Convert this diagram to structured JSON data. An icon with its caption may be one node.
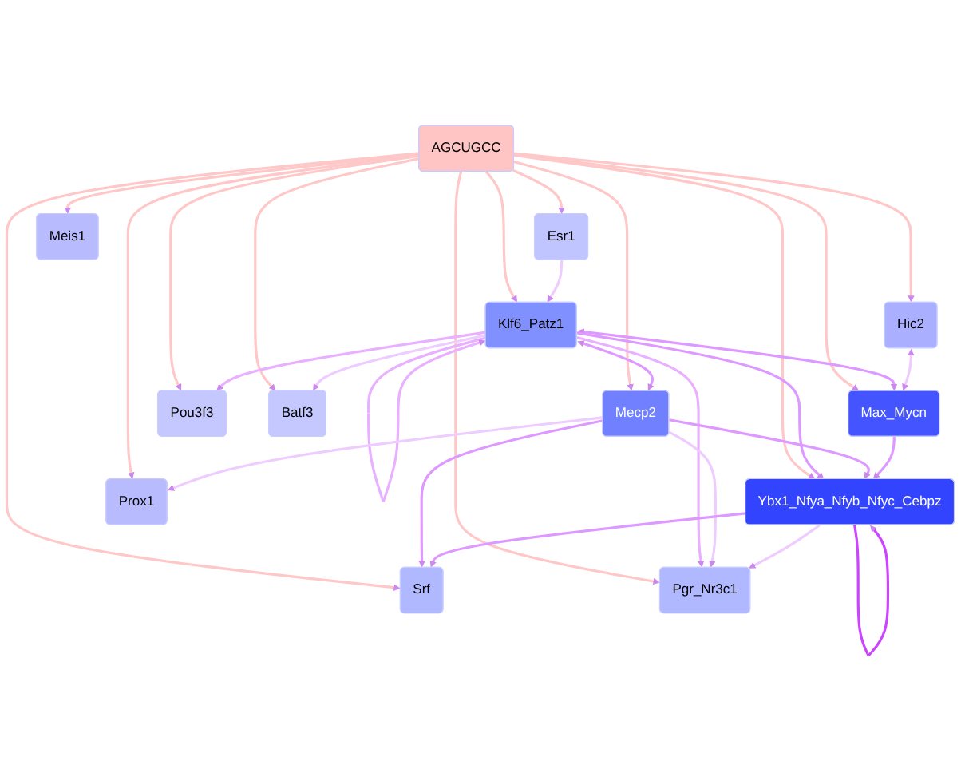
{
  "diagram": {
    "nodes": [
      {
        "text": [
          "Max_Mycn"
        ]
      },
      {
        "text": [
          "Srf"
        ]
      },
      {
        "text": [
          "Klf6_Patz1"
        ]
      },
      {
        "text": [
          "Pgr_Nr3c1"
        ]
      },
      {
        "text": [
          "Mecp2"
        ]
      },
      {
        "text": [
          "Ybx1_Nfya_Nfyb_Nfyc_Cebpz"
        ]
      },
      {
        "text": [
          "AGCUGCC"
        ]
      },
      {
        "text": [
          "Hic2"
        ]
      },
      {
        "text": [
          "Esr1"
        ]
      },
      {
        "text": [
          "Pou3f3"
        ]
      },
      {
        "text": [
          "Meis1"
        ]
      },
      {
        "text": [
          "Batf3"
        ]
      },
      {
        "text": [
          "Prox1"
        ]
      }
    ],
    "edges": [
      {
        "from": 6,
        "to": 0,
        "arrow": "to"
      },
      {
        "from": 6,
        "to": 1,
        "arrow": "to"
      },
      {
        "from": 6,
        "to": 2,
        "arrow": "to"
      },
      {
        "from": 6,
        "to": 3,
        "arrow": "to"
      },
      {
        "from": 6,
        "to": 4,
        "arrow": "to"
      },
      {
        "from": 6,
        "to": 5,
        "arrow": "to"
      },
      {
        "from": 6,
        "to": 7,
        "arrow": "to"
      },
      {
        "from": 6,
        "to": 8,
        "arrow": "to"
      },
      {
        "from": 6,
        "to": 9,
        "arrow": "to"
      },
      {
        "from": 6,
        "to": 10,
        "arrow": "to"
      },
      {
        "from": 6,
        "to": 11,
        "arrow": "to"
      },
      {
        "from": 6,
        "to": 12,
        "arrow": "to"
      },
      {
        "from": 2,
        "to": 0,
        "arrow": "both",
        "color": "#dd99ff"
      },
      {
        "from": 2,
        "to": 2,
        "arrow": "to",
        "color": "#e8b0ff"
      },
      {
        "from": 2,
        "to": 3,
        "arrow": "to",
        "color": "#e8b0ff"
      },
      {
        "from": 2,
        "to": 5,
        "arrow": "to",
        "color": "#dd99ff"
      },
      {
        "from": 2,
        "to": 4,
        "arrow": "both",
        "color": "#dd99ff"
      },
      {
        "from": 2,
        "to": 9,
        "arrow": "to",
        "color": "#e8b0ff"
      },
      {
        "from": 2,
        "to": 11,
        "arrow": "to",
        "color": "#eeccff"
      },
      {
        "from": 8,
        "to": 2,
        "arrow": "to",
        "color": "#eeccff"
      },
      {
        "from": 7,
        "to": 0,
        "arrow": "both",
        "color": "#eeccff"
      },
      {
        "from": 4,
        "to": 1,
        "arrow": "to",
        "color": "#dd99ff"
      },
      {
        "from": 4,
        "to": 3,
        "arrow": "to",
        "color": "#eeccff"
      },
      {
        "from": 4,
        "to": 5,
        "arrow": "to",
        "color": "#dd99ff"
      },
      {
        "from": 4,
        "to": 12,
        "arrow": "to",
        "color": "#eeccff"
      },
      {
        "from": 0,
        "to": 5,
        "arrow": "to",
        "color": "#dd99ff"
      },
      {
        "from": 5,
        "to": 1,
        "arrow": "to",
        "color": "#dd99ff"
      },
      {
        "from": 5,
        "to": 3,
        "arrow": "to",
        "color": "#eeccff"
      },
      {
        "from": 5,
        "to": 5,
        "arrow": "to",
        "color": "#cc44ff"
      }
    ]
  }
}
